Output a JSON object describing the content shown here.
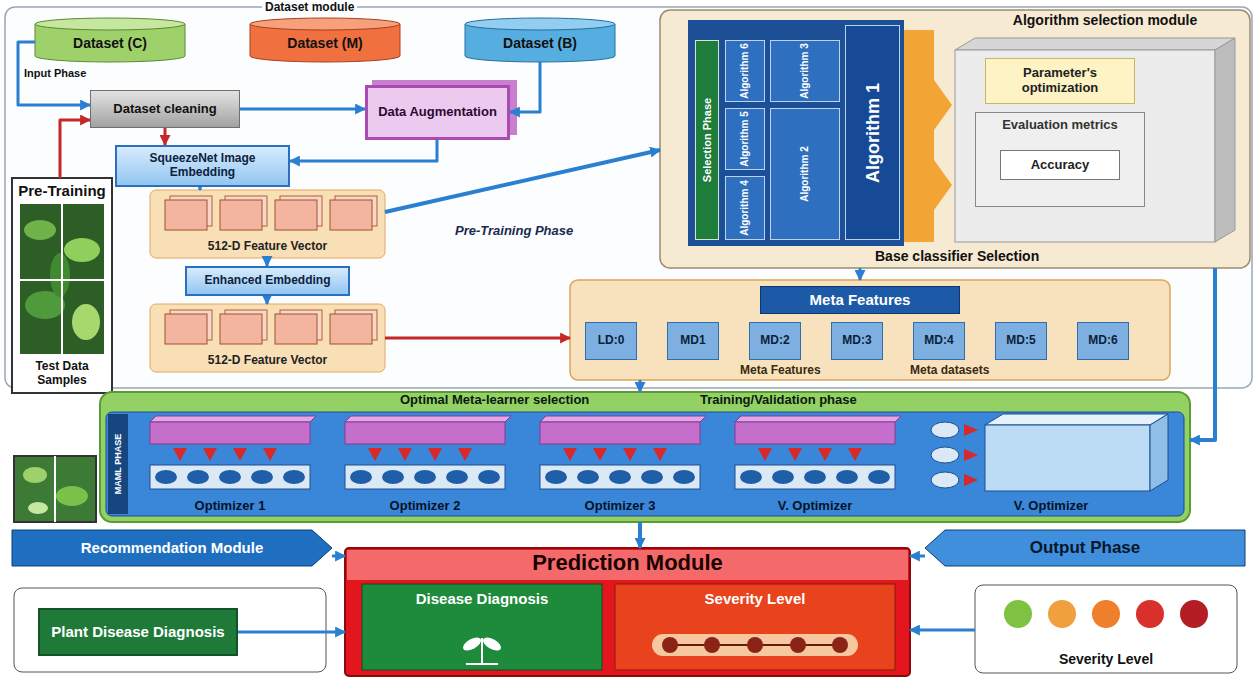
{
  "diagram": {
    "nodes": [
      {
        "text": [
          "Dataset (C)"
        ]
      },
      {
        "text": [
          "Dataset (M)"
        ]
      },
      {
        "text": [
          "Dataset (B)"
        ]
      },
      {
        "text": [
          "Dataset cleaning"
        ]
      },
      {
        "text": [
          "Data Augmentation"
        ]
      },
      {
        "text": [
          "SqueezeNet Image Embedding"
        ]
      },
      {
        "text": [
          "512-D Feature Vector"
        ]
      },
      {
        "text": [
          "Enhanced Embedding"
        ]
      },
      {
        "text": [
          "512-D Feature Vector"
        ]
      },
      {
        "text": [
          "Pre-Training",
          "Test Data Samples"
        ]
      },
      {
        "text": [
          "Algorithm selection module",
          "Base classifier Selection"
        ]
      },
      {
        "text": [
          "Selection Phase"
        ],
        "in": 10
      },
      {
        "text": [
          "Algorithm 6"
        ],
        "in": 10
      },
      {
        "text": [
          "Algorithm 3"
        ],
        "in": 10
      },
      {
        "text": [
          "Algorithm 5"
        ],
        "in": 10
      },
      {
        "text": [
          "Algorithm 2"
        ],
        "in": 10
      },
      {
        "text": [
          "Algorithm 4"
        ],
        "in": 10
      },
      {
        "text": [
          "Algorithm 1"
        ],
        "in": 10
      },
      {
        "text": [
          "Parameter's optimization"
        ],
        "in": 10
      },
      {
        "text": [
          "Evaluation metrics"
        ],
        "in": 10
      },
      {
        "text": [
          "Accuracy"
        ],
        "in": 19
      },
      {
        "text": [
          "Meta Features",
          "Meta datasets"
        ]
      },
      {
        "text": [
          "Meta Features"
        ],
        "in": 21
      },
      {
        "text": [
          "LD:0"
        ],
        "in": 21
      },
      {
        "text": [
          "MD1"
        ],
        "in": 21
      },
      {
        "text": [
          "MD:2"
        ],
        "in": 21
      },
      {
        "text": [
          "MD:3"
        ],
        "in": 21
      },
      {
        "text": [
          "MD:4"
        ],
        "in": 21
      },
      {
        "text": [
          "MD:5"
        ],
        "in": 21
      },
      {
        "text": [
          "MD:6"
        ],
        "in": 21
      },
      {
        "text": [
          "Optimal Meta-learner selection",
          "Training/Validation phase"
        ]
      },
      {
        "text": [
          "MAML PHASE"
        ],
        "in": 30
      },
      {
        "text": [
          "Optimizer 1"
        ],
        "in": 30
      },
      {
        "text": [
          "Optimizer 2"
        ],
        "in": 30
      },
      {
        "text": [
          "Optimizer 3"
        ],
        "in": 30
      },
      {
        "text": [
          "V. Optimizer"
        ],
        "in": 30
      },
      {
        "text": [
          "V. Optimizer"
        ],
        "in": 30
      },
      {
        "text": [
          "Recommendation Module"
        ]
      },
      {
        "text": [
          "Output Phase"
        ]
      },
      {
        "text": [
          "Prediction Module"
        ]
      },
      {
        "text": [
          "Disease Diagnosis"
        ],
        "in": 39
      },
      {
        "text": [
          "Severity Level"
        ],
        "in": 39
      },
      {
        "text": [
          "Plant Disease Diagnosis"
        ]
      },
      {
        "text": [
          "Severity Level"
        ]
      }
    ],
    "edges": [
      {
        "from": 0,
        "to": 3,
        "arrow": "to"
      },
      {
        "from": 3,
        "to": 4,
        "arrow": "to"
      },
      {
        "from": 2,
        "to": 4,
        "arrow": "to"
      },
      {
        "from": 3,
        "to": 5,
        "arrow": "to"
      },
      {
        "from": 4,
        "to": 5,
        "arrow": "to"
      },
      {
        "from": 5,
        "to": 6,
        "arrow": "to"
      },
      {
        "from": 6,
        "to": 7,
        "arrow": "to"
      },
      {
        "from": 7,
        "to": 8,
        "arrow": "to"
      },
      {
        "from": 8,
        "to": 21,
        "arrow": "to"
      },
      {
        "from": 6,
        "to": 10,
        "arrow": "to"
      },
      {
        "from": 9,
        "to": 3,
        "arrow": "to"
      },
      {
        "from": 10,
        "to": 21,
        "arrow": "to"
      },
      {
        "from": 10,
        "to": 30,
        "arrow": "to"
      },
      {
        "from": 21,
        "to": 30,
        "arrow": "to"
      },
      {
        "from": 30,
        "to": 39,
        "arrow": "to"
      },
      {
        "from": 37,
        "to": 39,
        "arrow": "to"
      },
      {
        "from": 38,
        "to": 39,
        "arrow": "to"
      },
      {
        "from": 42,
        "to": 39,
        "arrow": "to"
      },
      {
        "from": 43,
        "to": 39,
        "arrow": "to"
      }
    ],
    "labels": [
      "Dataset module",
      "Input Phase",
      "Pre-Training Phase"
    ]
  }
}
